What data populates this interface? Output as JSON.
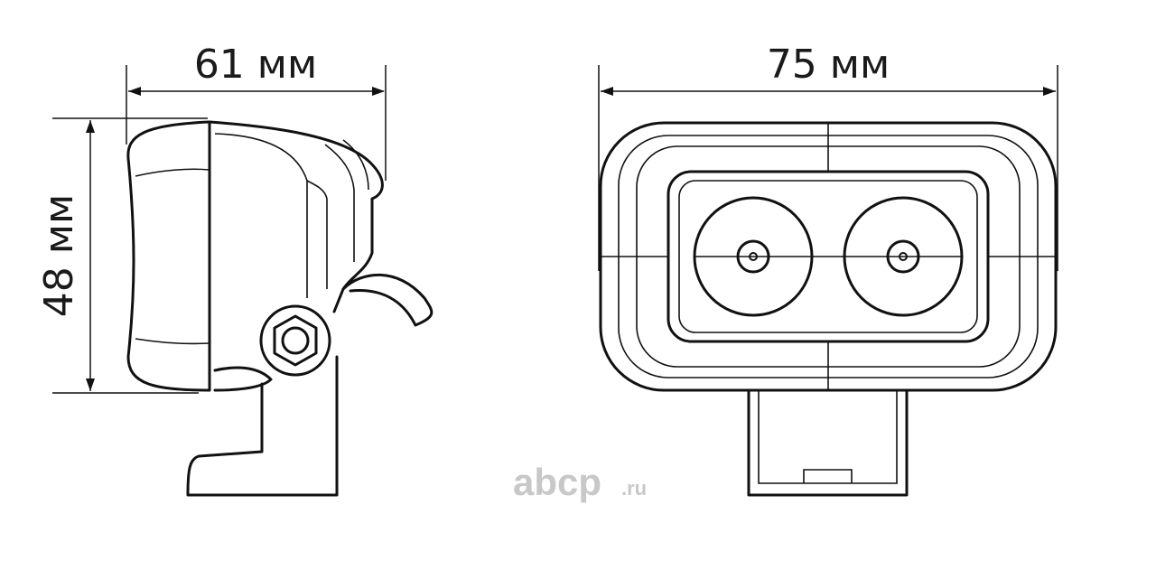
{
  "dimensions": {
    "depth": "61 мм",
    "width": "75 мм",
    "height": "48 мм"
  },
  "watermark": {
    "brand": "abcp",
    "suffix": ".ru"
  }
}
